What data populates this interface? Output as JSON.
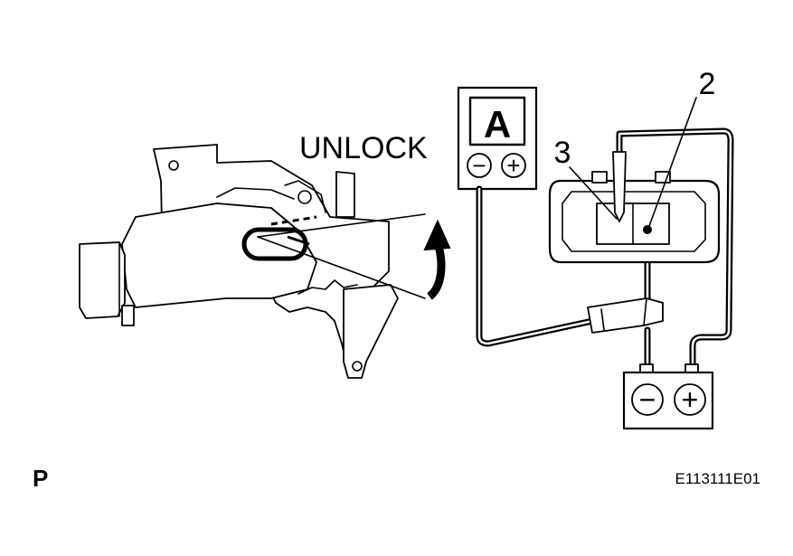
{
  "labels": {
    "unlock": "UNLOCK",
    "meter_unit": "A",
    "callout_2": "2",
    "callout_3": "3",
    "corner_code": "P",
    "figure_id": "E113111E01"
  },
  "symbols": {
    "minus": "−",
    "plus": "+"
  },
  "icons": {
    "ammeter": "ammeter-icon",
    "battery": "battery-icon",
    "rotation_arrow": "curved-arrow-up-icon"
  },
  "colors": {
    "ink": "#000000",
    "paper": "#ffffff"
  }
}
